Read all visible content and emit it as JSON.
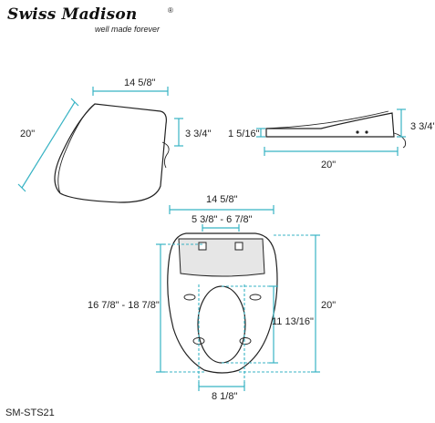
{
  "brand": {
    "name": "Swiss Madison",
    "tagline": "well made forever",
    "registered_mark": "®"
  },
  "model": "SM-STS21",
  "diagram": {
    "top_view_depth": "20\"",
    "top_view_width": "14 5/8\"",
    "top_view_height": "3 3/4\"",
    "side_view_low_height": "1 5/16\"",
    "side_view_height": "3 3/4\"",
    "side_view_length": "20\"",
    "front_width": "14 5/8\"",
    "hinge_spacing": "5 3/8\" - 6 7/8\"",
    "mount_to_front": "16 7/8\" - 18 7/8\"",
    "opening_length": "11 13/16\"",
    "overall_length": "20\"",
    "opening_width": "8 1/8\""
  },
  "colors": {
    "dimension_line": "#38b3c4",
    "outline": "#222222",
    "hinge_cover": "#e6e6e6"
  }
}
